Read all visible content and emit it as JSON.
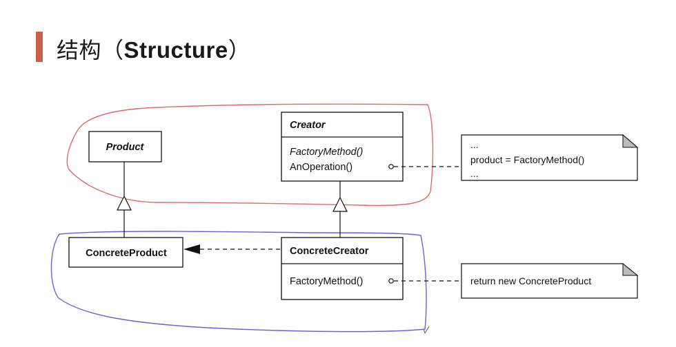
{
  "header": {
    "title_cn": "结构（",
    "title_en": "Structure",
    "title_close": "）"
  },
  "diagram": {
    "product": {
      "name": "Product"
    },
    "creator": {
      "name": "Creator",
      "methods": [
        "FactoryMethod()",
        "AnOperation()"
      ]
    },
    "concrete_product": {
      "name": "ConcreteProduct"
    },
    "concrete_creator": {
      "name": "ConcreteCreator",
      "methods": [
        "FactoryMethod()"
      ]
    },
    "note_creator": {
      "lines": [
        "...",
        "product = FactoryMethod()",
        "..."
      ]
    },
    "note_concrete": {
      "lines": [
        "return new ConcreteProduct"
      ]
    },
    "colors": {
      "top_outline": "#e06a6a",
      "bottom_outline": "#6a62d8",
      "title_accent": "#c8604c"
    }
  }
}
